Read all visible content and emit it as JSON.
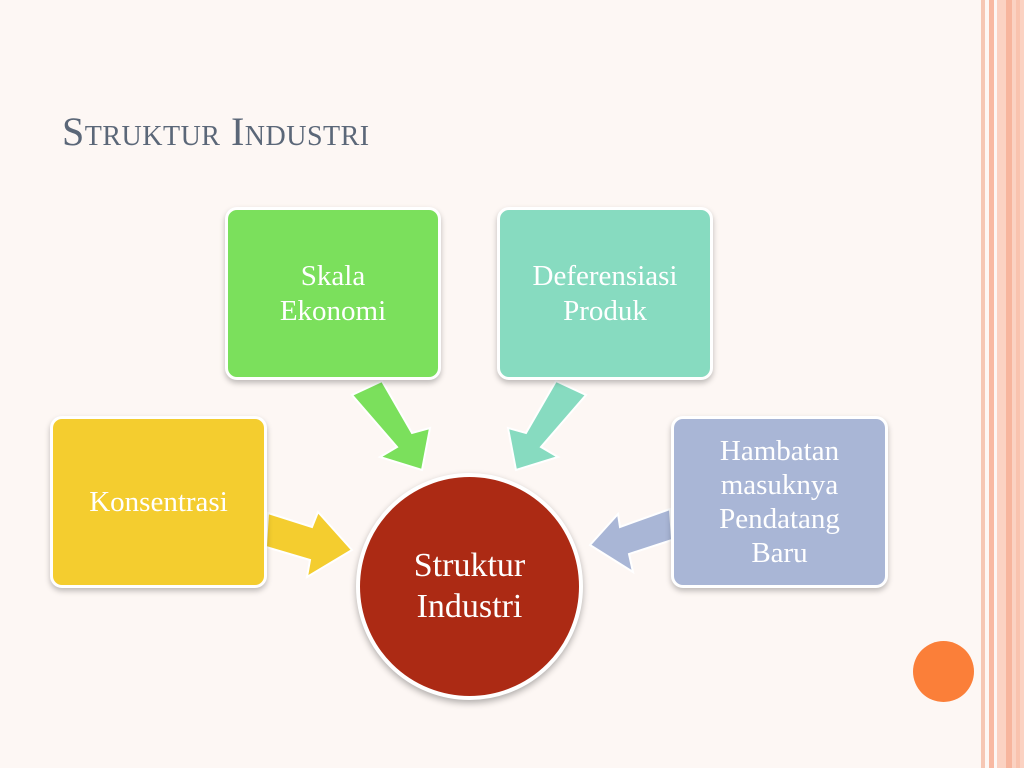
{
  "slide": {
    "title": "Struktur Industri"
  },
  "diagram": {
    "center": {
      "label": "Struktur\nIndustri",
      "color": "#ac2a14"
    },
    "nodes": [
      {
        "id": "skala-ekonomi",
        "label": "Skala\nEkonomi",
        "color": "#7be05c"
      },
      {
        "id": "deferensiasi-produk",
        "label": "Deferensiasi\nProduk",
        "color": "#87dbc0"
      },
      {
        "id": "konsentrasi",
        "label": "Konsentrasi",
        "color": "#f4cd2f"
      },
      {
        "id": "hambatan",
        "label": "Hambatan\nmasuknya\nPendatang\nBaru",
        "color": "#a9b6d6"
      }
    ]
  },
  "theme": {
    "accent_dot": "#fb7f39",
    "title_color": "#5b6778"
  }
}
